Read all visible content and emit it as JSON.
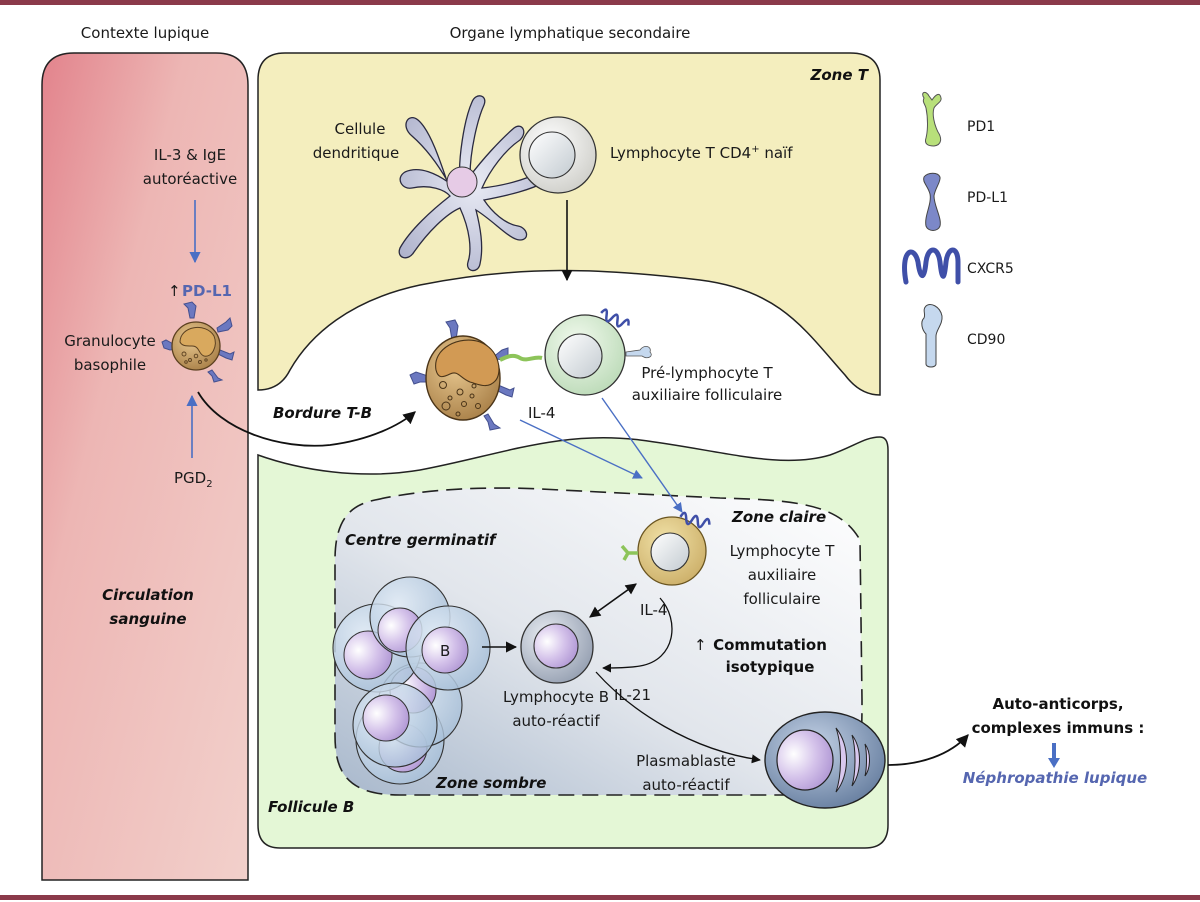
{
  "headers": {
    "left": "Contexte lupique",
    "center": "Organe lymphatique secondaire"
  },
  "zones": {
    "zone_t": "Zone T",
    "bordure": "Bordure T-B",
    "follicule": "Follicule B",
    "centre_germinatif": "Centre germinatif",
    "zone_claire": "Zone claire",
    "zone_sombre": "Zone sombre",
    "circulation_line1": "Circulation",
    "circulation_line2": "sanguine"
  },
  "blood": {
    "stimulus_line1": "IL-3 & IgE",
    "stimulus_line2": "autoréactive",
    "pdl1_up_arrow": "↑",
    "pdl1_up": "PD-L1",
    "basophil_line1": "Granulocyte",
    "basophil_line2": "basophile",
    "pgd2_main": "PGD",
    "pgd2_sub": "2"
  },
  "tzone": {
    "dc_line1": "Cellule",
    "dc_line2": "dendritique",
    "naive_t": "Lymphocyte T CD4",
    "naive_t_sup": "+",
    "naive_t_suffix": " naïf"
  },
  "border": {
    "pre_tfh_line1": "Pré-lymphocyte T",
    "pre_tfh_line2": "auxiliaire folliculaire",
    "il4": "IL-4"
  },
  "germinal": {
    "b_marker": "B",
    "tfh_line1": "Lymphocyte T",
    "tfh_line2": "auxiliaire",
    "tfh_line3": "folliculaire",
    "il4": "IL-4",
    "il21": "IL-21",
    "commutation_arrow": "↑",
    "commutation_line1": "Commutation",
    "commutation_line2": "isotypique",
    "b_cell_line1": "Lymphocyte B",
    "b_cell_line2": "auto-réactif",
    "plasmablast_line1": "Plasmablaste",
    "plasmablast_line2": "auto-réactif"
  },
  "outcome": {
    "line1": "Auto-anticorps,",
    "line2": "complexes immuns :",
    "result": "Néphropathie lupique"
  },
  "legend": [
    {
      "icon": "pd1-receptor-icon",
      "label": "PD1",
      "color": "#b8e07a"
    },
    {
      "icon": "pdl1-ligand-icon",
      "label": "PD-L1",
      "color": "#6b78c0"
    },
    {
      "icon": "cxcr5-receptor-icon",
      "label": "CXCR5",
      "color": "#3f4fa8"
    },
    {
      "icon": "cd90-marker-icon",
      "label": "CD90",
      "color": "#c5d8ee"
    }
  ],
  "colors": {
    "frame": "#8b3a4a",
    "blood_start": "#e2838c",
    "blood_end": "#f2d0cb",
    "tzone": "#f4eebe",
    "follicle": "#e4f7d6",
    "accent_blue": "#5566b0",
    "arrow_blue": "#4a6fc4"
  }
}
